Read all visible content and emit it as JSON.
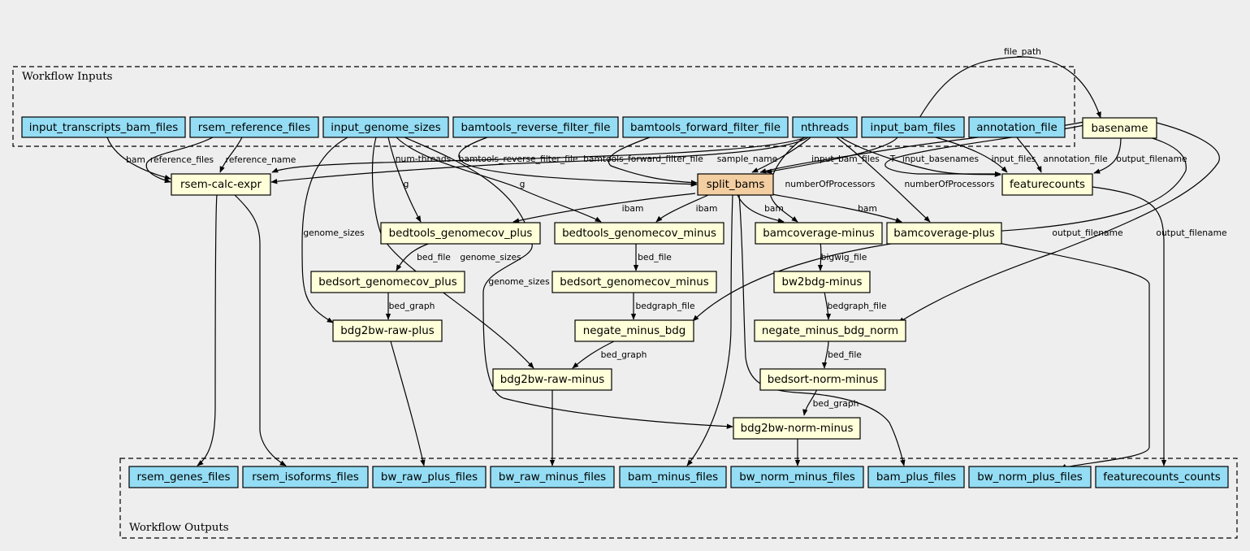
{
  "clusters": {
    "inputs_label": "Workflow Inputs",
    "outputs_label": "Workflow Outputs"
  },
  "colors": {
    "io_fill": "#94ddf4",
    "step_fill": "#ffffd9",
    "highlight_fill": "#f3cea1",
    "background": "#eeeeee"
  },
  "nodes": {
    "input_transcripts_bam_files": "input_transcripts_bam_files",
    "rsem_reference_files": "rsem_reference_files",
    "input_genome_sizes": "input_genome_sizes",
    "bamtools_reverse_filter_file": "bamtools_reverse_filter_file",
    "bamtools_forward_filter_file": "bamtools_forward_filter_file",
    "nthreads": "nthreads",
    "input_bam_files": "input_bam_files",
    "annotation_file": "annotation_file",
    "basename": "basename",
    "rsem_calc_expr": "rsem-calc-expr",
    "split_bams": "split_bams",
    "featurecounts": "featurecounts",
    "bedtools_genomecov_plus": "bedtools_genomecov_plus",
    "bedtools_genomecov_minus": "bedtools_genomecov_minus",
    "bamcoverage_minus": "bamcoverage-minus",
    "bamcoverage_plus": "bamcoverage-plus",
    "bedsort_genomecov_plus": "bedsort_genomecov_plus",
    "bedsort_genomecov_minus": "bedsort_genomecov_minus",
    "bw2bdg_minus": "bw2bdg-minus",
    "bdg2bw_raw_plus": "bdg2bw-raw-plus",
    "negate_minus_bdg": "negate_minus_bdg",
    "negate_minus_bdg_norm": "negate_minus_bdg_norm",
    "bdg2bw_raw_minus": "bdg2bw-raw-minus",
    "bedsort_norm_minus": "bedsort-norm-minus",
    "bdg2bw_norm_minus": "bdg2bw-norm-minus",
    "rsem_genes_files": "rsem_genes_files",
    "rsem_isoforms_files": "rsem_isoforms_files",
    "bw_raw_plus_files": "bw_raw_plus_files",
    "bw_raw_minus_files": "bw_raw_minus_files",
    "bam_minus_files": "bam_minus_files",
    "bw_norm_minus_files": "bw_norm_minus_files",
    "bam_plus_files": "bam_plus_files",
    "bw_norm_plus_files": "bw_norm_plus_files",
    "featurecounts_counts": "featurecounts_counts"
  },
  "edge_labels": {
    "file_path": "file_path",
    "bam": "bam",
    "reference_files": "reference_files",
    "reference_name": "reference_name",
    "num_threads": "num-threads",
    "bamtools_reverse_filter_file": "bamtools_reverse_filter_file",
    "bamtools_forward_filter_file": "bamtools_forward_filter_file",
    "sample_name": "sample_name",
    "input_bam_files": "input_bam_files",
    "T": "T",
    "input_basenames": "input_basenames",
    "input_files": "input_files",
    "annotation_file": "annotation_file",
    "output_filename": "output_filename",
    "g": "g",
    "ibam": "ibam",
    "number_of_processors": "numberOfProcessors",
    "genome_sizes": "genome_sizes",
    "bed_file": "bed_file",
    "bigwig_file": "bigwig_file",
    "bed_graph": "bed_graph",
    "bedgraph_file": "bedgraph_file"
  }
}
